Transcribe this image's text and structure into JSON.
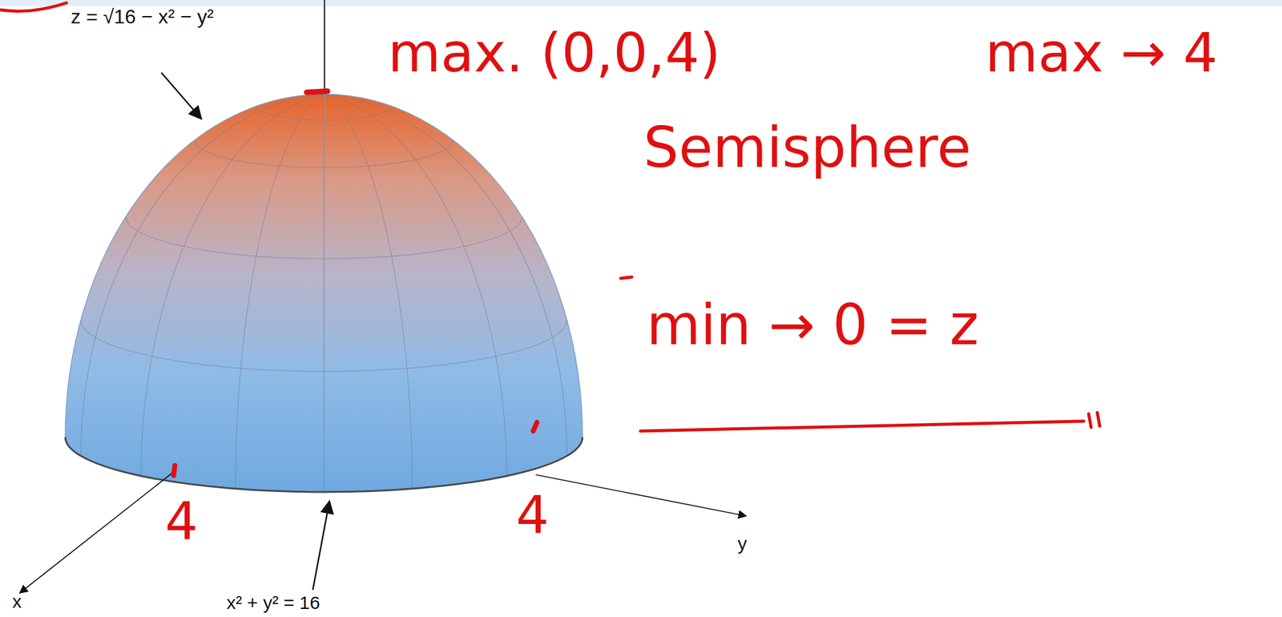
{
  "diagram": {
    "labels": [
      "z = √16 − x² − y²",
      "max. (0,0,4)",
      "max → 4",
      "Semisphere",
      "min → 0 = z",
      "4",
      "4",
      "y",
      "x",
      "x² + y² = 16"
    ]
  }
}
